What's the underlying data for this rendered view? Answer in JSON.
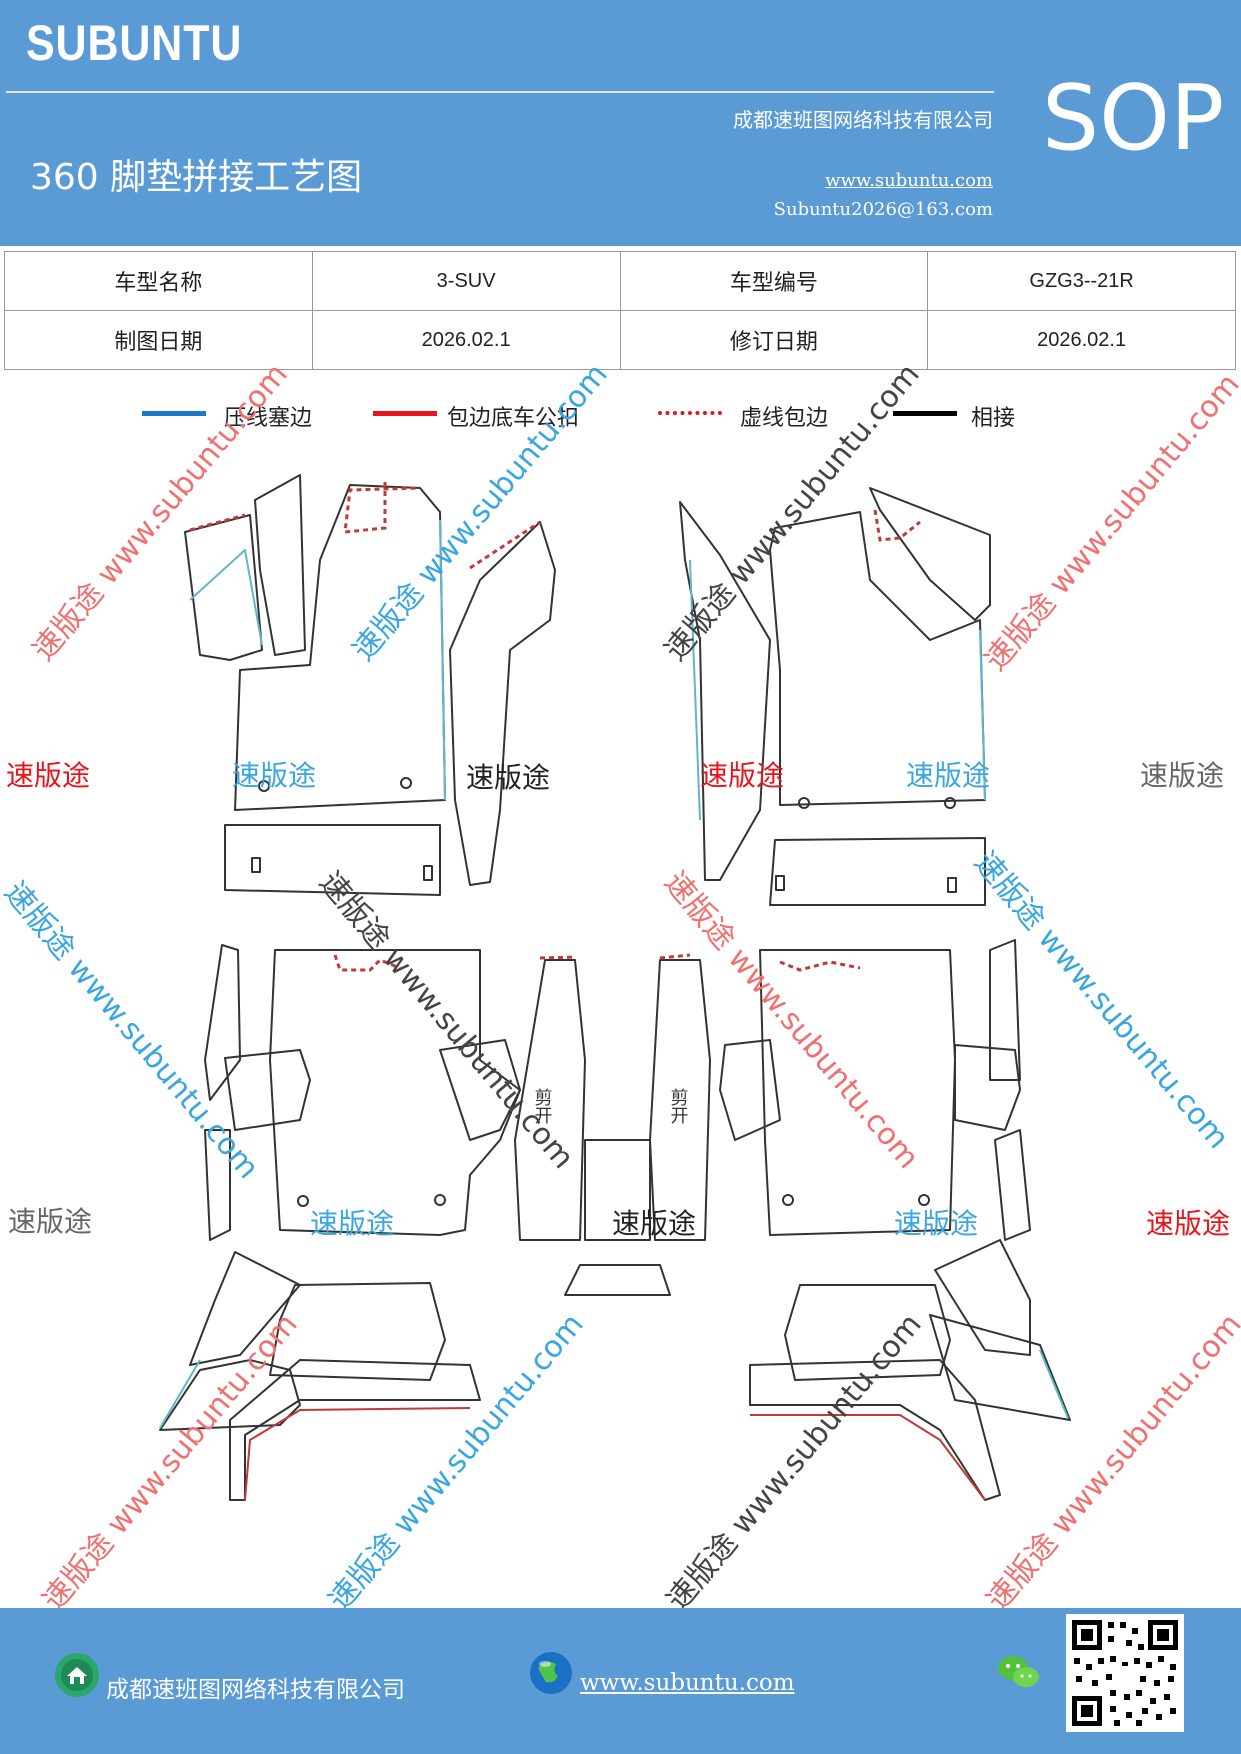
{
  "header": {
    "brand": "SUBUNTU",
    "company": "成都速班图网络科技有限公司",
    "title": "360 脚垫拼接工艺图",
    "website": "www.subuntu.com",
    "email": "Subuntu2026@163.com",
    "sop": "SOP"
  },
  "info_table": {
    "rows": [
      [
        "车型名称",
        "3-SUV",
        "车型编号",
        "GZG3--21R"
      ],
      [
        "制图日期",
        "2026.02.1",
        "修订日期",
        "2026.02.1"
      ]
    ]
  },
  "legend": [
    {
      "label": "压线塞边",
      "color": "#1f77c9",
      "style": "solid"
    },
    {
      "label": "包边底车公扣",
      "color": "#e8141b",
      "style": "solid"
    },
    {
      "label": "虚线包边",
      "color": "#e8141b",
      "style": "dotted"
    },
    {
      "label": "相接",
      "color": "#000000",
      "style": "solid"
    }
  ],
  "watermark": {
    "brand": "速版途",
    "url_text": "速版途 www.subuntu.com"
  },
  "diagram_labels": {
    "cut_open_left": "剪开",
    "cut_open_right": "剪开"
  },
  "footer": {
    "company": "成都速班图网络科技有限公司",
    "website": "www.subuntu.com"
  },
  "colors": {
    "header_bg": "#5b9bd5",
    "outline": "#333333",
    "edge_blue": "#5fb7c9",
    "edge_red": "#c0393b"
  }
}
